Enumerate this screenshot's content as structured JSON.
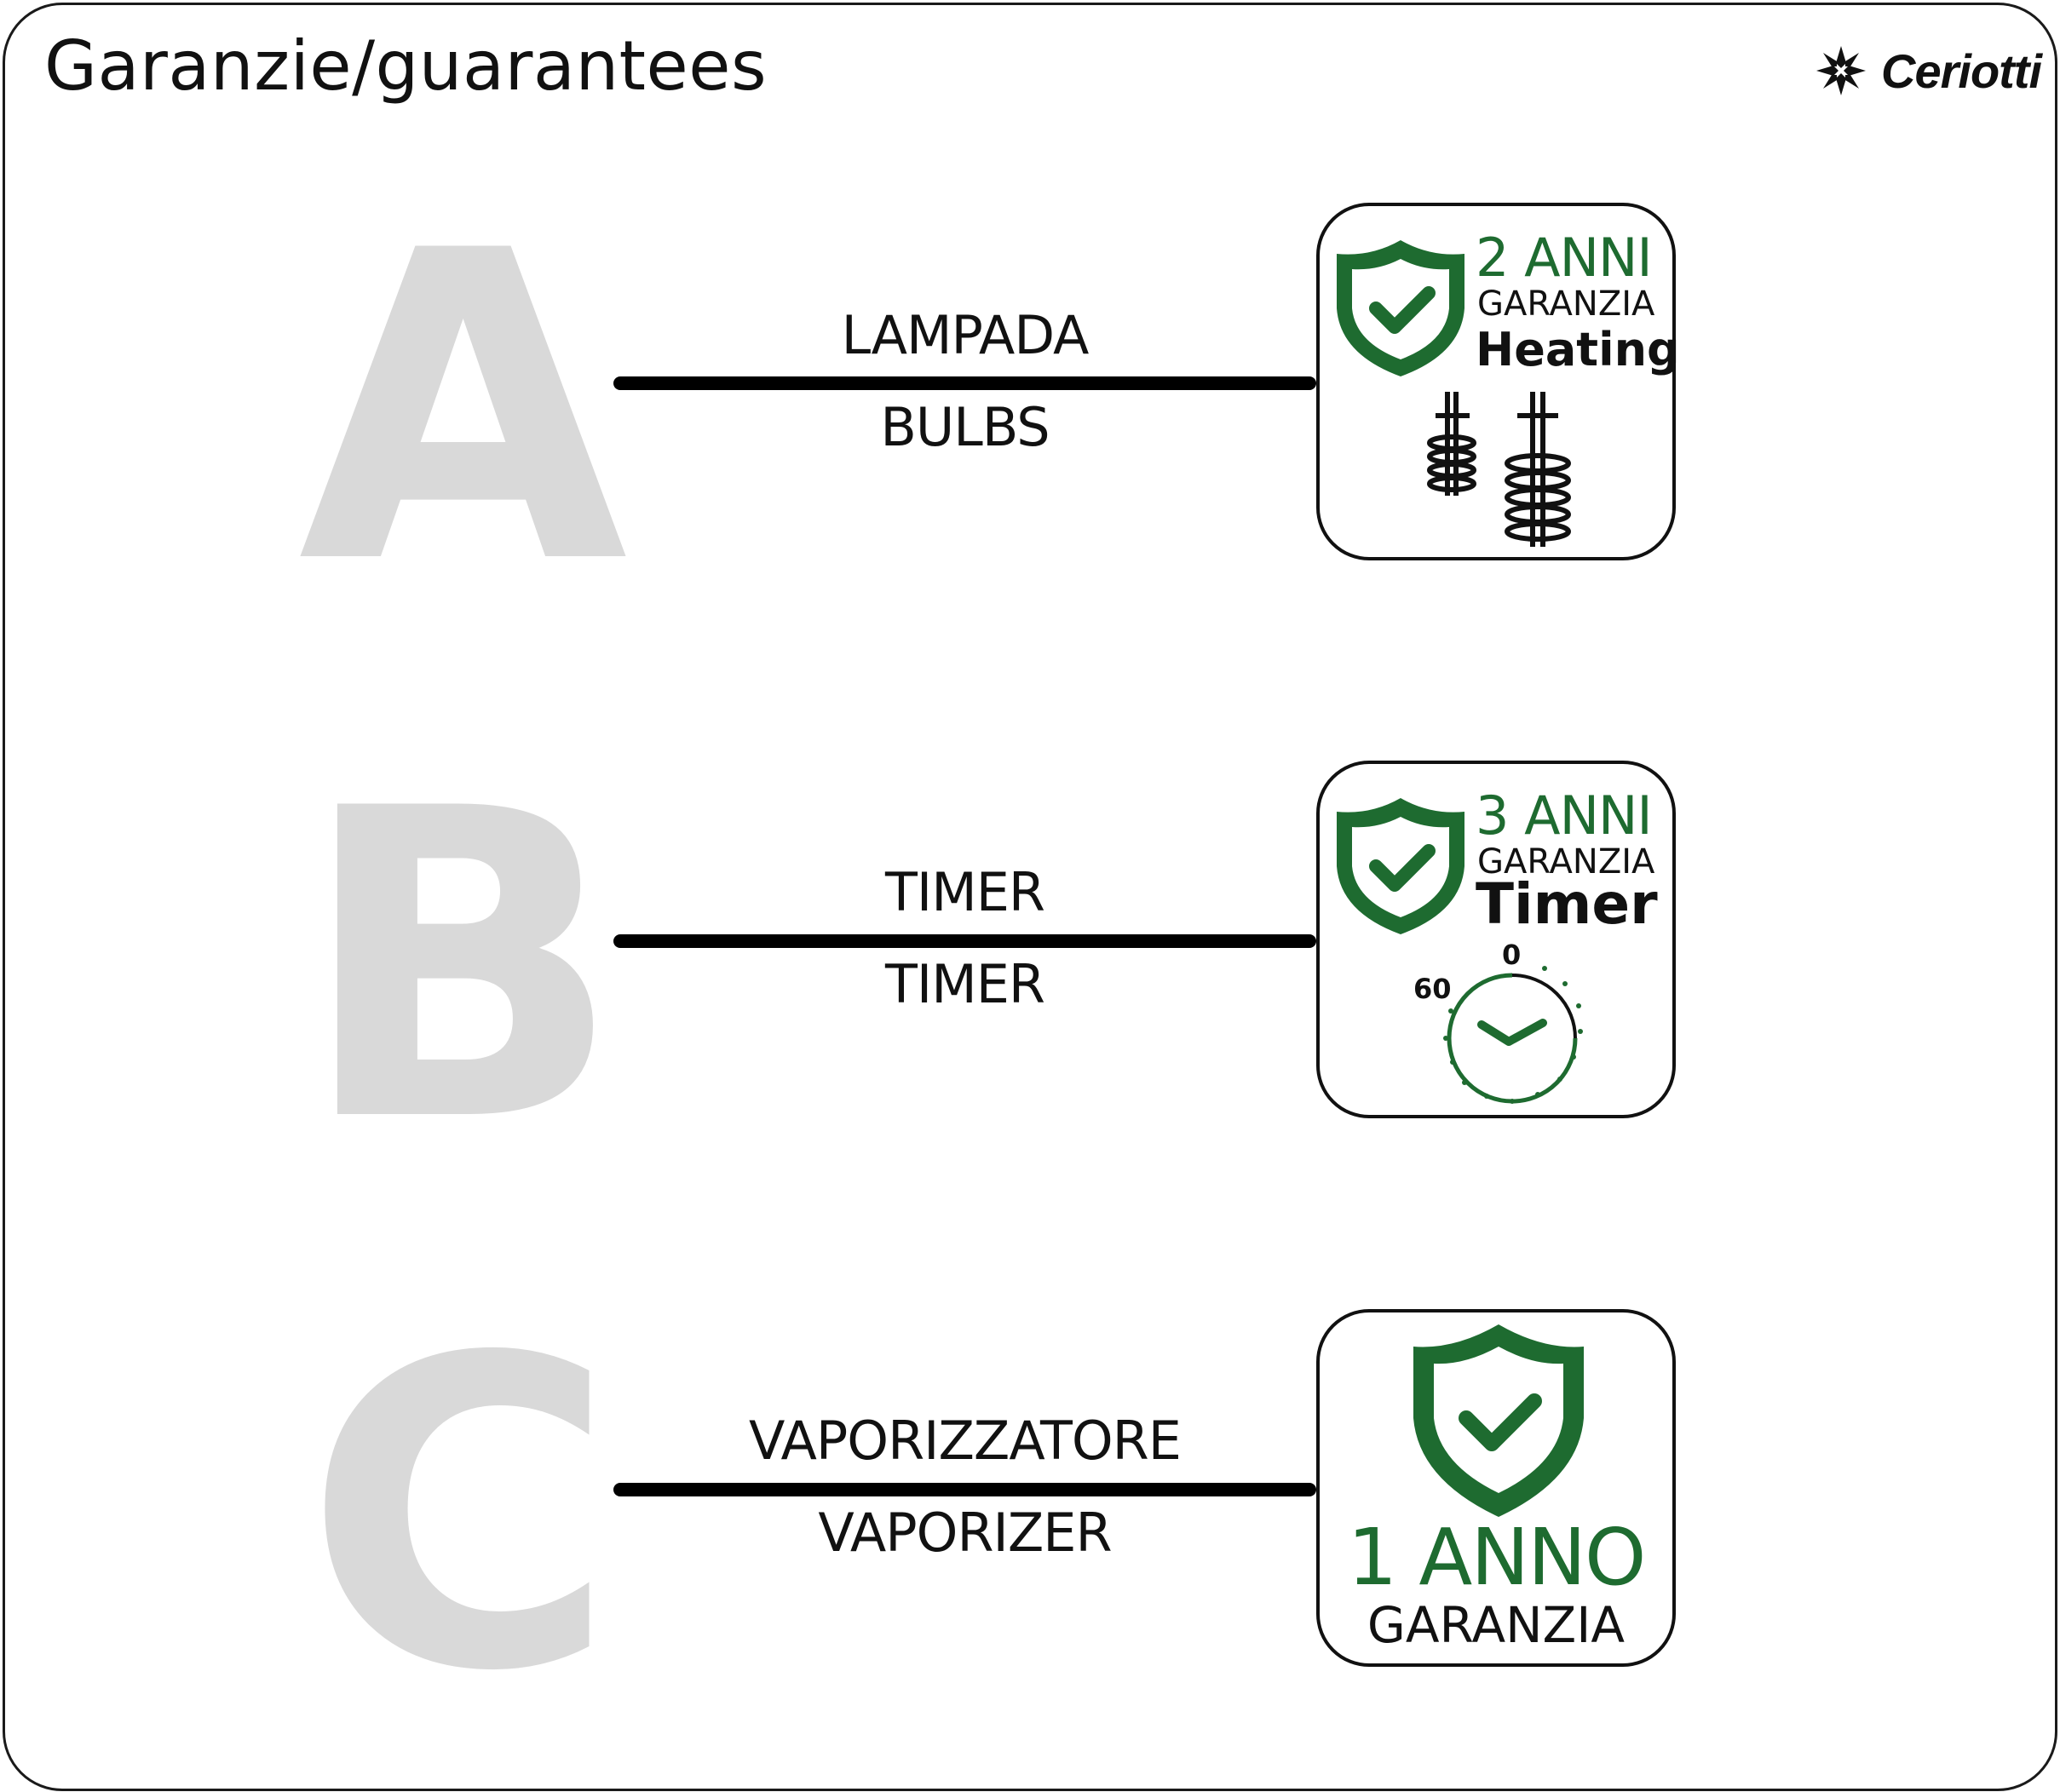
{
  "page": {
    "title": "Garanzie/guarantees"
  },
  "brand": {
    "logo_text": "Ceriotti",
    "icon": "star-logo-icon"
  },
  "colors": {
    "accent_green": "#1e6b30",
    "letter_gray": "#d9d9d9",
    "line": "#000000"
  },
  "rows": [
    {
      "letter": "A",
      "label_it": "LAMPADA",
      "label_en": "BULBS",
      "badge": {
        "years": "2 ANNI",
        "guarantee": "GARANZIA",
        "component": "Heating",
        "icon": "heating-element-icon"
      }
    },
    {
      "letter": "B",
      "label_it": "TIMER",
      "label_en": "TIMER",
      "badge": {
        "years": "3 ANNI",
        "guarantee": "GARANZIA",
        "component": "Timer",
        "icon": "timer-dial-icon",
        "dial_top": "0",
        "dial_left": "60"
      }
    },
    {
      "letter": "C",
      "label_it": "VAPORIZZATORE",
      "label_en": "VAPORIZER",
      "badge": {
        "years": "1 ANNO",
        "guarantee": "GARANZIA",
        "icon": "shield-check-icon"
      }
    }
  ]
}
